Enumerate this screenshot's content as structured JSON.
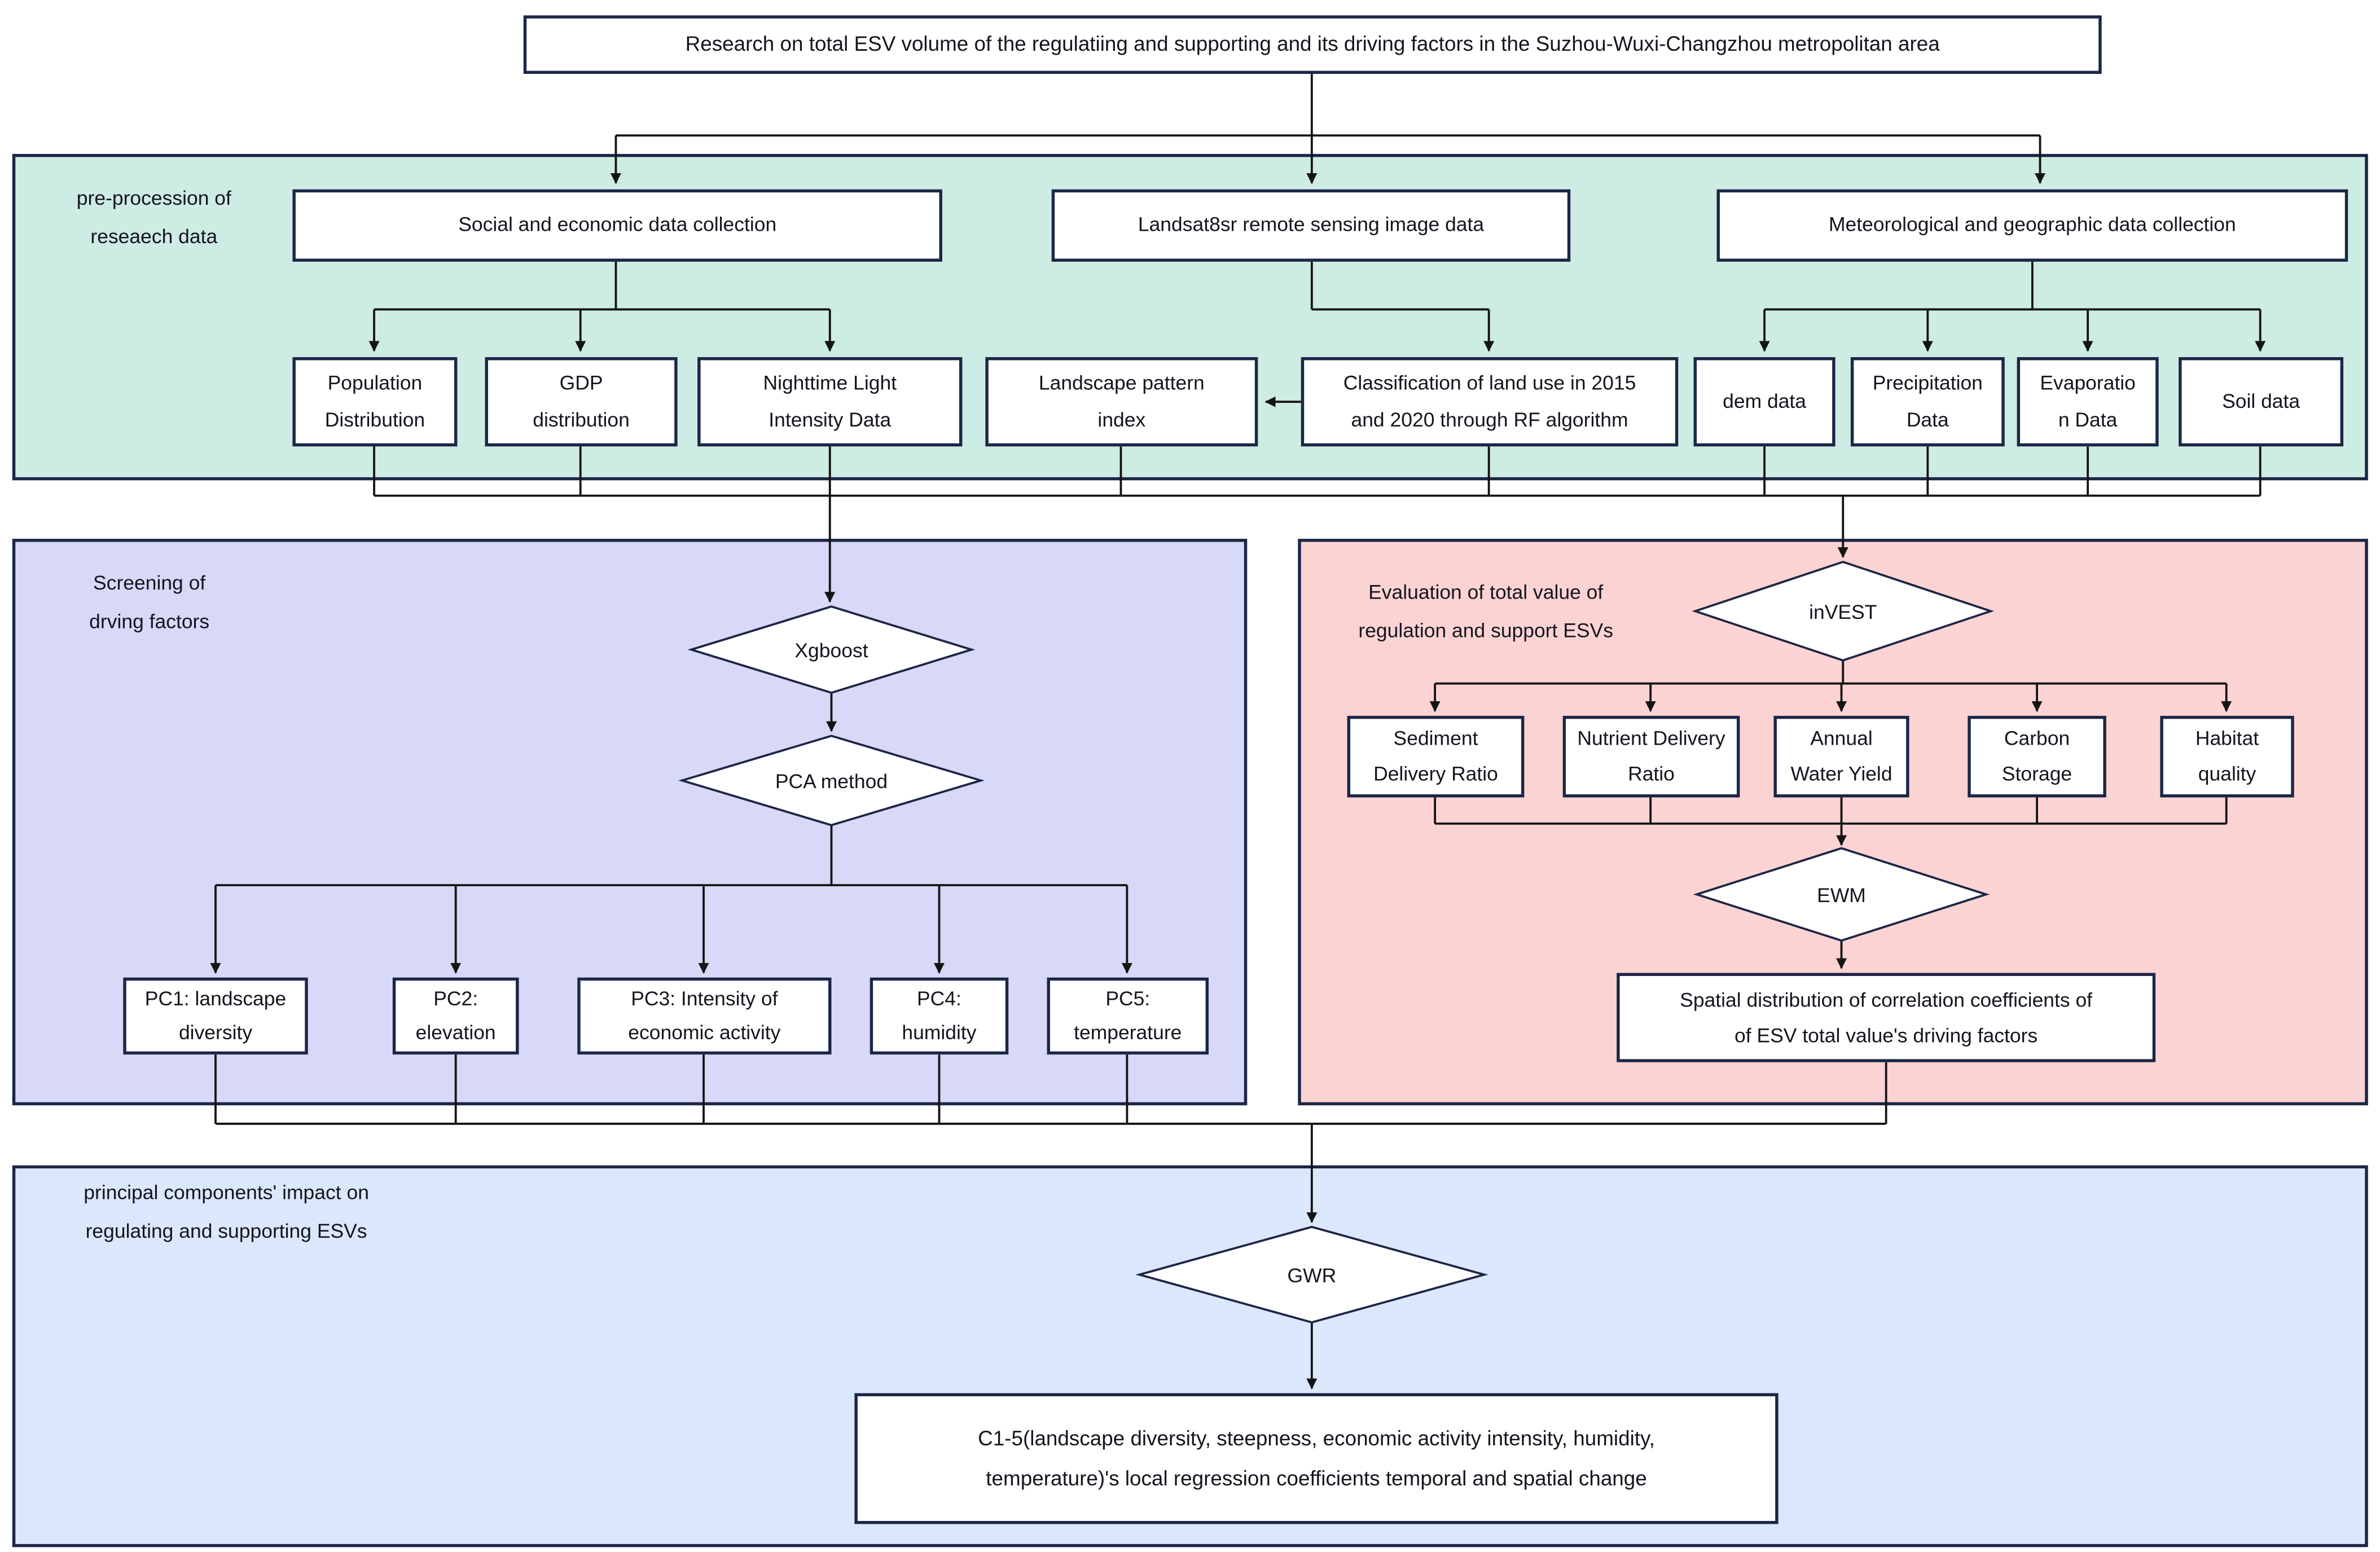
{
  "title": "Research on total ESV volume of the regulatiing and supporting and its driving factors in the Suzhou-Wuxi-Changzhou metropolitan area",
  "panels": {
    "preprocessing": {
      "label": "pre-procession of\nreseaech data",
      "color": "#cdece3"
    },
    "screening": {
      "label": "Screening of\ndrving factors",
      "color": "#d8d8f8"
    },
    "evaluation": {
      "label": "Evaluation of total  value of\nregulation and support ESVs",
      "color": "#fcd3d3"
    },
    "principal": {
      "label": "principal components' impact on\nregulating and supporting ESVs",
      "color": "#dbe7fa"
    }
  },
  "nodes": {
    "social": "Social and economic data collection",
    "landsat": "Landsat8sr remote sensing image data",
    "meteo": "Meteorological and geographic data collection",
    "population": "Population\nDistribution",
    "gdp": "GDP\ndistribution",
    "nighttime": "Nighttime Light\nIntensity Data",
    "landscape": "Landscape pattern\nindex",
    "classification": "Classification of land use in 2015\nand 2020 through RF algorithm",
    "dem": "dem data",
    "precipitation": "Precipitation\nData",
    "evaporation": "Evaporatio\nn Data",
    "soil": "Soil data",
    "xgboost": "Xgboost",
    "pca": "PCA method",
    "pc1": "PC1:  landscape\ndiversity",
    "pc2": "PC2:\nelevation",
    "pc3": "PC3:  Intensity of\neconomic activity",
    "pc4": "PC4:\nhumidity",
    "pc5": "PC5:\ntemperature",
    "invest": "inVEST",
    "sediment": "Sediment\nDelivery Ratio",
    "nutrient": "Nutrient Delivery\nRatio",
    "annual": "Annual\nWater Yield",
    "carbon": "Carbon\nStorage",
    "habitat": "Habitat\nquality",
    "ewm": "EWM",
    "spatial": "Spatial distribution of correlation coefficients of\nof ESV total value's driving factors",
    "gwr": "GWR",
    "c15": "C1-5(landscape diversity, steepness, economic activity intensity, humidity,\ntemperature)'s local regression coefficients temporal and spatial change"
  },
  "colors": {
    "node_border": "#1c2646",
    "node_fill": "#ffffff",
    "connector": "#141414",
    "text": "#14141e"
  }
}
